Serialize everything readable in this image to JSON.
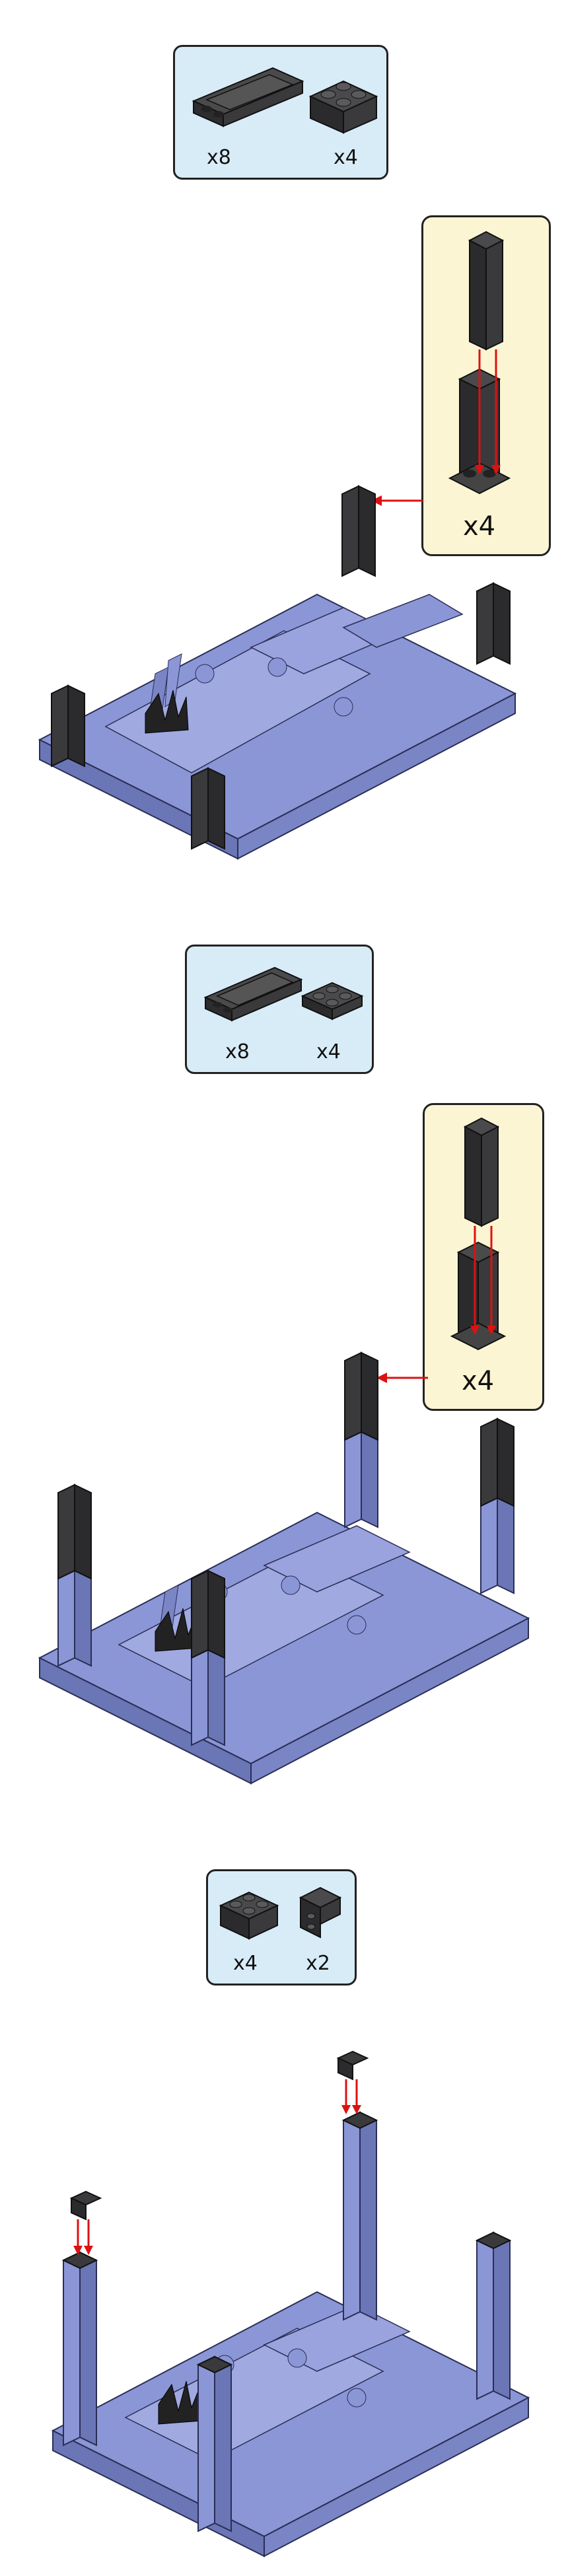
{
  "steps": [
    {
      "parts": [
        {
          "icon": "dark-tile-1x4-icon",
          "qty": "x8"
        },
        {
          "icon": "dark-brick-2x2-icon",
          "qty": "x4"
        }
      ],
      "callout": {
        "icon": "dark-brick-1x2x5-icon",
        "qty": "x4"
      }
    },
    {
      "parts": [
        {
          "icon": "dark-tile-1x4-icon",
          "qty": "x8"
        },
        {
          "icon": "dark-plate-2x2-icon",
          "qty": "x4"
        }
      ],
      "callout": {
        "icon": "dark-brick-1x2x5-icon",
        "qty": "x4"
      }
    },
    {
      "parts": [
        {
          "icon": "dark-brick-2x2-icon",
          "qty": "x4"
        },
        {
          "icon": "dark-bracket-icon",
          "qty": "x2"
        }
      ],
      "callout": null
    }
  ],
  "colors": {
    "lavender": "#8b96d6",
    "dark": "#3a3a3c",
    "arrow": "#dd1111",
    "parts_bg": "#d8ecf8",
    "callout_bg": "#fbf5d3"
  }
}
